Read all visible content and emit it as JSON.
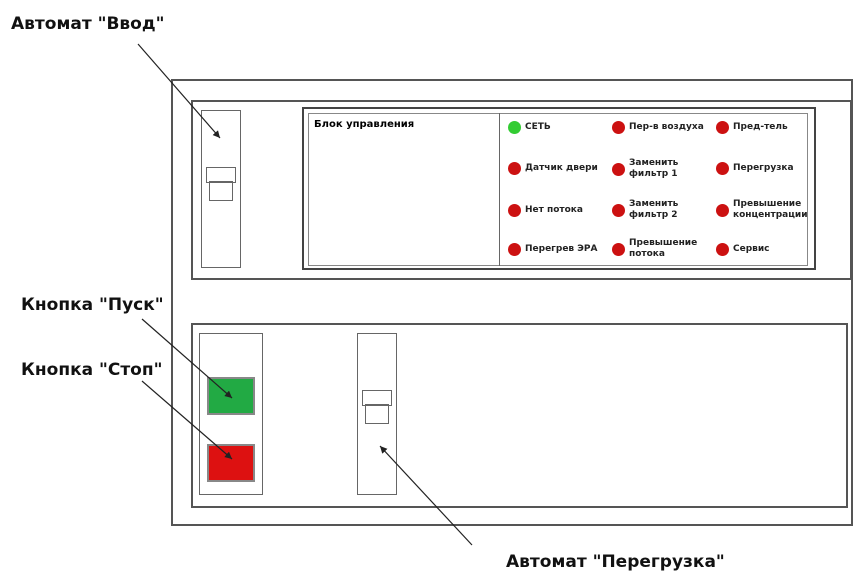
{
  "callouts": {
    "vvod": "Автомат \"Ввод\"",
    "pusk": "Кнопка \"Пуск\"",
    "stop": "Кнопка \"Стоп\"",
    "overload": "Автомат \"Перегрузка\""
  },
  "control_block": {
    "title": "Блок управления"
  },
  "indicators": [
    {
      "label": "СЕТЬ",
      "color": "#33cc33"
    },
    {
      "label": "Пер-в воздуха",
      "color": "#cc1111"
    },
    {
      "label": "Пред-тель",
      "color": "#cc1111"
    },
    {
      "label": "Датчик двери",
      "color": "#cc1111"
    },
    {
      "label": "Заменить фильтр 1",
      "color": "#cc1111"
    },
    {
      "label": "Перегрузка",
      "color": "#cc1111"
    },
    {
      "label": "Нет потока",
      "color": "#cc1111"
    },
    {
      "label": "Заменить фильтр 2",
      "color": "#cc1111"
    },
    {
      "label": "Превышение концентрации",
      "color": "#cc1111"
    },
    {
      "label": "Перегрев ЭРА",
      "color": "#cc1111"
    },
    {
      "label": "Превышение потока",
      "color": "#cc1111"
    },
    {
      "label": "Сервис",
      "color": "#cc1111"
    }
  ],
  "colors": {
    "start_button": "#22aa44",
    "stop_button": "#dd1111",
    "frame": "#555555"
  }
}
